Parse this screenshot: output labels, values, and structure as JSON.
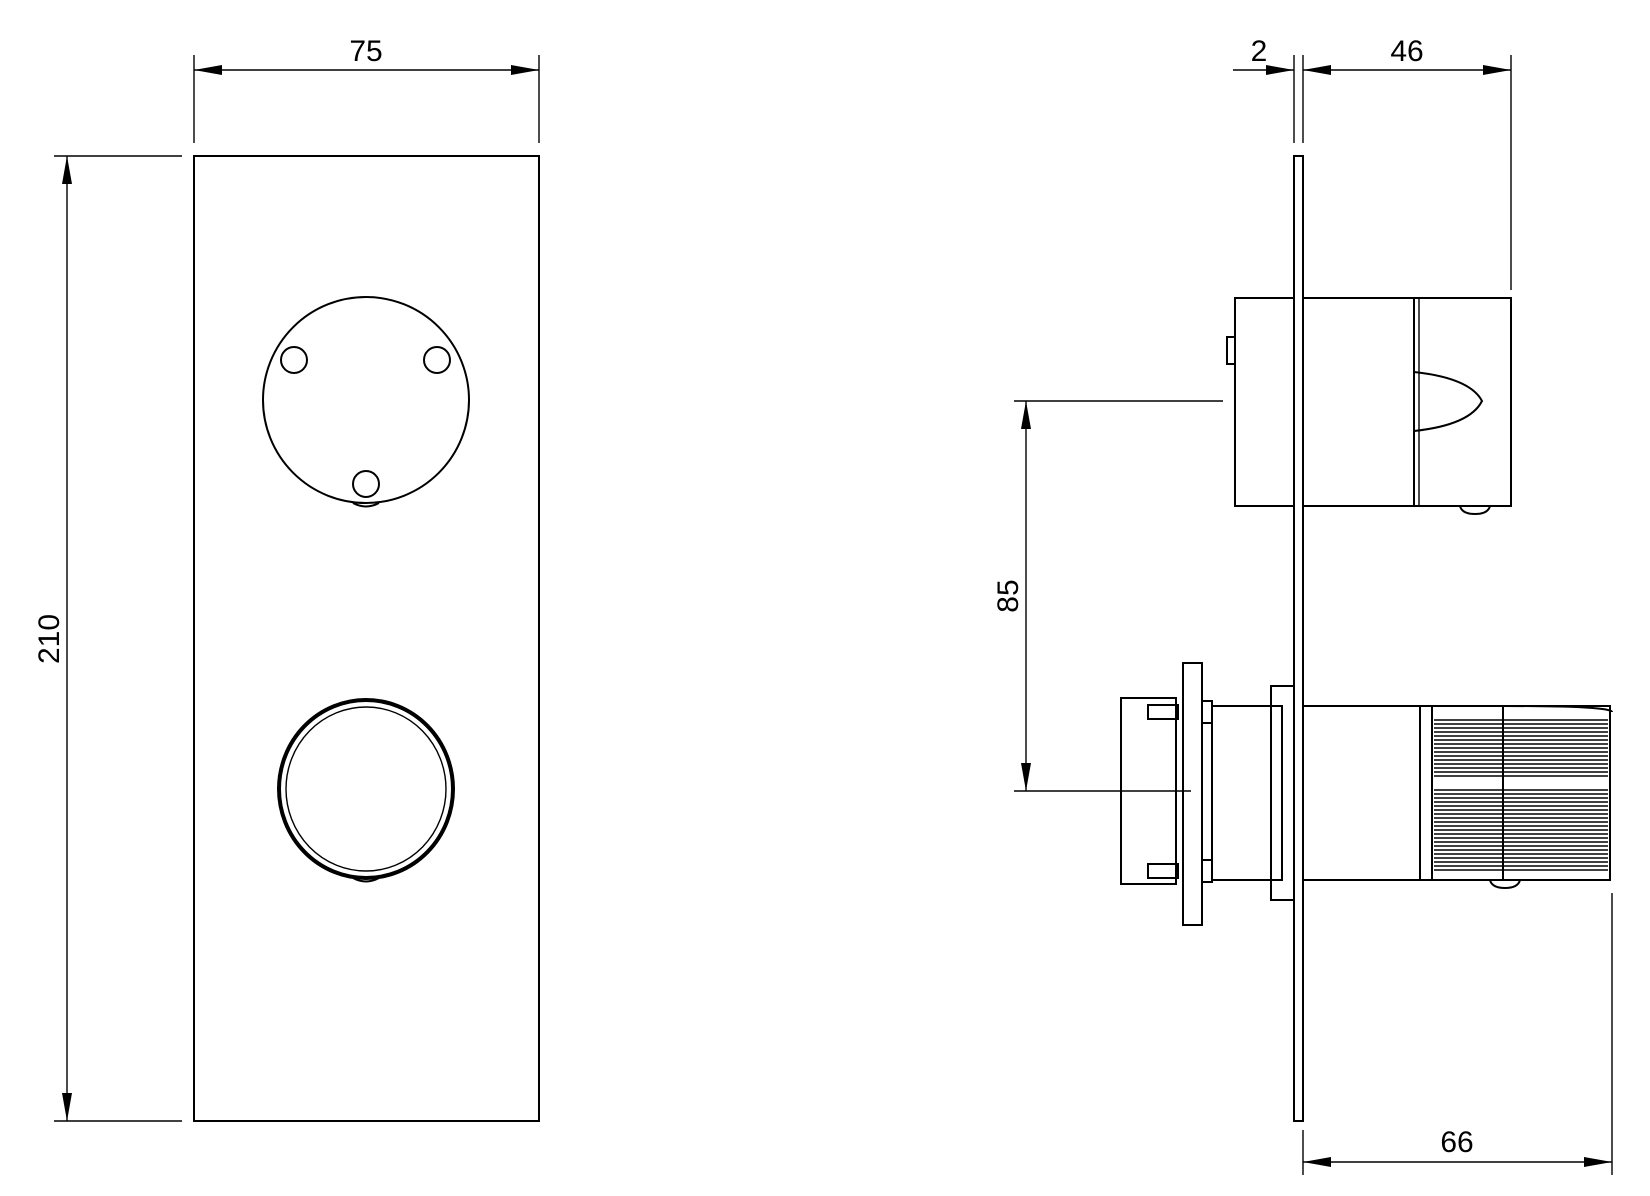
{
  "dimensions": {
    "front_width": "75",
    "front_height": "210",
    "plate_thickness": "2",
    "upper_projection": "46",
    "axis_spacing": "85",
    "lower_projection": "66"
  },
  "colors": {
    "line": "#000000",
    "background": "#ffffff"
  }
}
